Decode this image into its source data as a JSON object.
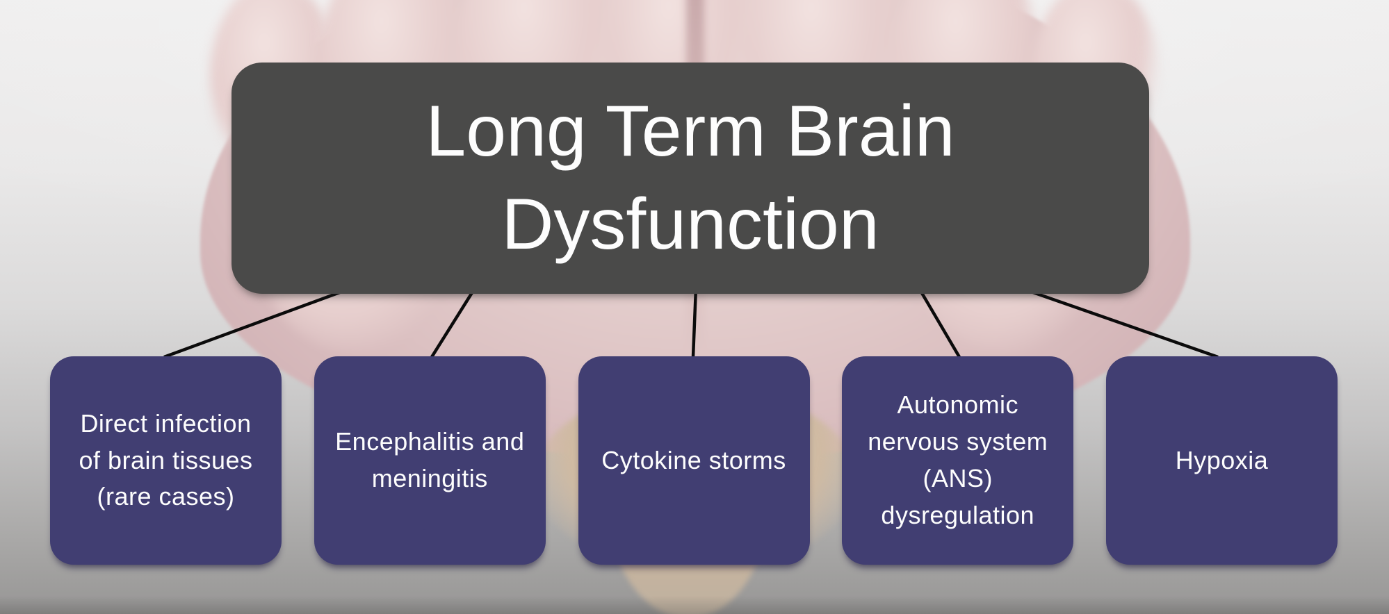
{
  "title": {
    "text": "Long Term Brain\nDysfunction"
  },
  "causes": [
    {
      "label": "Direct infection\nof brain tissues\n(rare cases)"
    },
    {
      "label": "Encephalitis and\nmeningitis"
    },
    {
      "label": "Cytokine storms"
    },
    {
      "label": "Autonomic\nnervous system\n(ANS)\ndysregulation"
    },
    {
      "label": "Hypoxia"
    }
  ],
  "colors": {
    "title_box_bg": "#4a4a49",
    "cause_box_bg": "#413e72",
    "connector": "#0b0b0b",
    "text": "#fdfdfd"
  }
}
